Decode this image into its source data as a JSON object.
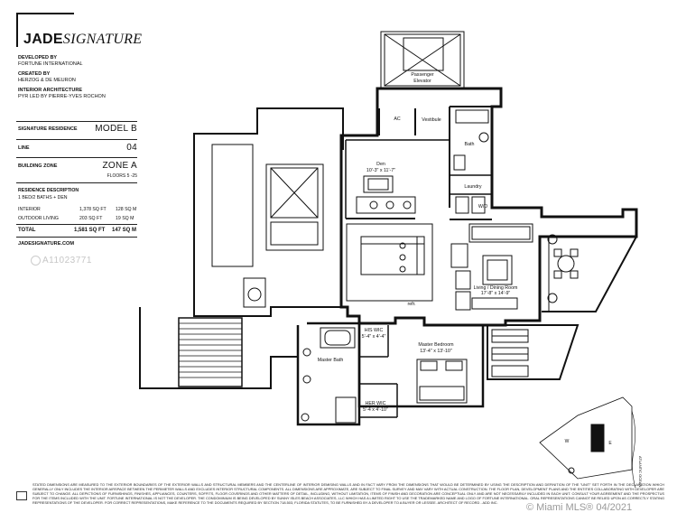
{
  "brand": {
    "jade": "JADE",
    "signature": "SIGNATURE"
  },
  "credits": {
    "developed_by_label": "DEVELOPED BY",
    "developer": "FORTUNE INTERNATIONAL",
    "created_by_label": "CREATED BY",
    "creator": "HERZOG & DE MEURON",
    "interior_label": "INTERIOR ARCHITECTURE",
    "interior": "PYR LED BY PIERRE-YVES ROCHON"
  },
  "specs": {
    "residence_label": "SIGNATURE RESIDENCE",
    "residence_value": "MODEL B",
    "line_label": "LINE",
    "line_value": "04",
    "zone_label": "BUILDING ZONE",
    "zone_value": "ZONE A",
    "zone_floors": "FLOORS 5 -25"
  },
  "description": {
    "title": "RESIDENCE DESCRIPTION",
    "summary": "1 BED/2 BATHS + DEN",
    "interior_label": "INTERIOR",
    "interior_sqft": "1,378 SQ FT",
    "interior_sqm": "128 SQ M",
    "outdoor_label": "OUTDOOR LIVING",
    "outdoor_sqft": "203 SQ FT",
    "outdoor_sqm": "19 SQ M",
    "total_label": "TOTAL",
    "total_sqft": "1,581 SQ FT",
    "total_sqm": "147 SQ M",
    "website": "JADESIGNATURE.COM"
  },
  "mls_id": "A11023771",
  "rooms": {
    "elevator": "Passenger",
    "elevator2": "Elevator",
    "ac": "AC",
    "vestibule": "Vestibule",
    "bath": "Bath",
    "den": "Den",
    "den_dim": "10'-3\" x 11'-7\"",
    "laundry": "Laundry",
    "wd": "W/D",
    "living": "Living / Dining Room",
    "living_dim": "17'-8\" x 14'-9\"",
    "refr": "refr.",
    "his_wic": "HIS WIC",
    "his_dim": "5'-4\" x 4'-4\"",
    "master_bedroom": "Master Bedroom",
    "master_dim": "13'-4\" x 13'-10\"",
    "master_bath": "Master Bath",
    "her_wic": "HER WIC",
    "her_dim": "5'-4 x 4'-10\"",
    "ocean": "ATLANTIC OCEAN",
    "compass_w": "W",
    "compass_e": "E"
  },
  "disclaimer": "STATED DIMENSIONS ARE MEASURED TO THE EXTERIOR BOUNDARIES OF THE EXTERIOR WALLS AND STRUCTURAL MEMBERS AND THE CENTERLINE OF INTERIOR DEMISING WALLS AND IN FACT VARY FROM THE DIMENSIONS THAT WOULD BE DETERMINED BY USING THE DESCRIPTION AND DEFINITION OF THE \"UNIT\" SET FORTH IN THE DECLARATION WHICH GENERALLY ONLY INCLUDES THE INTERIOR AIRSPACE BETWEEN THE PERIMETER WALLS AND EXCLUDES INTERIOR STRUCTURAL COMPONENTS. ALL DIMENSIONS ARE APPROXIMATE, ARE SUBJECT TO FINAL SURVEY AND MAY VARY WITH ACTUAL CONSTRUCTION. THE FLOOR PLAN, DEVELOPMENT PLANS AND THE ENTITIES COLLABORATING WITH DEVELOPER ARE SUBJECT TO CHANGE. ALL DEPICTIONS OF FURNISHINGS, FINISHES, APPLIANCES, COUNTERS, SOFFITS, FLOOR COVERINGS AND OTHER MATTERS OF DETAIL, INCLUDING, WITHOUT LIMITATION, ITEMS OF FINISH AND DECORATION ARE CONCEPTUAL ONLY AND ARE NOT NECESSARILY INCLUDED IN EACH UNIT. CONSULT YOUR AGREEMENT AND THE PROSPECTUS FOR THE ITEMS INCLUDED WITH THE UNIT. FORTUNE INTERNATIONAL IS NOT THE DEVELOPER. THE CONDOMINIUM IS BEING DEVELOPED BY SUNNY ISLES BEACH ASSOCIATES, LLC WHICH HAS A LIMITED RIGHT TO USE THE TRADEMARKED NAME AND LOGO OF FORTUNE INTERNATIONAL. ORAL REPRESENTATIONS CANNOT BE RELIED UPON AS CORRECTLY STATING REPRESENTATIONS OF THE DEVELOPER. FOR CORRECT REPRESENTATIONS, MAKE REFERENCE TO THE DOCUMENTS REQUIRED BY SECTION 718.503, FLORIDA STATUTES, TO BE FURNISHED BY A DEVELOPER TO A BUYER OR LESSEE. ARCHITECT OF RECORD - ADD INC.",
  "footer": "© Miami MLS® 04/2021"
}
